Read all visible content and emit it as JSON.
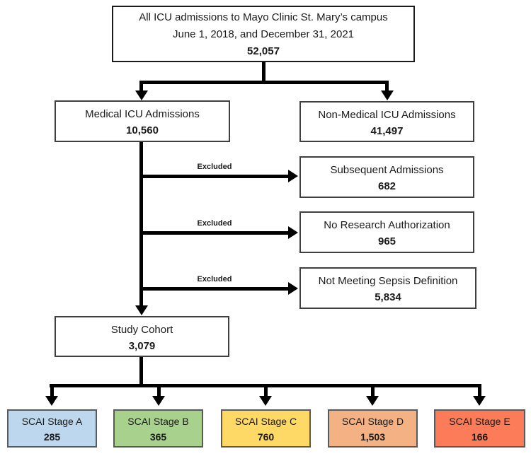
{
  "diagram": {
    "top": {
      "line1": "All ICU admissions to Mayo Clinic St. Mary’s campus",
      "line2": "June 1, 2018, and December 31, 2021",
      "value": "52,057"
    },
    "medical": {
      "label": "Medical ICU Admissions",
      "value": "10,560"
    },
    "non_medical": {
      "label": "Non-Medical ICU Admissions",
      "value": "41,497"
    },
    "excluded_label": "Excluded",
    "exclusions": [
      {
        "label": "Subsequent Admissions",
        "value": "682"
      },
      {
        "label": "No Research Authorization",
        "value": "965"
      },
      {
        "label": "Not Meeting Sepsis Definition",
        "value": "5,834"
      }
    ],
    "cohort": {
      "label": "Study Cohort",
      "value": "3,079"
    },
    "stages": [
      {
        "label": "SCAI Stage A",
        "value": "285",
        "color": "#BDD7EE"
      },
      {
        "label": "SCAI Stage B",
        "value": "365",
        "color": "#A9D18E"
      },
      {
        "label": "SCAI Stage C",
        "value": "760",
        "color": "#FFD966"
      },
      {
        "label": "SCAI Stage D",
        "value": "1,503",
        "color": "#F4B183"
      },
      {
        "label": "SCAI Stage E",
        "value": "166",
        "color": "#FC7B59"
      }
    ],
    "line_color": "#000000"
  }
}
